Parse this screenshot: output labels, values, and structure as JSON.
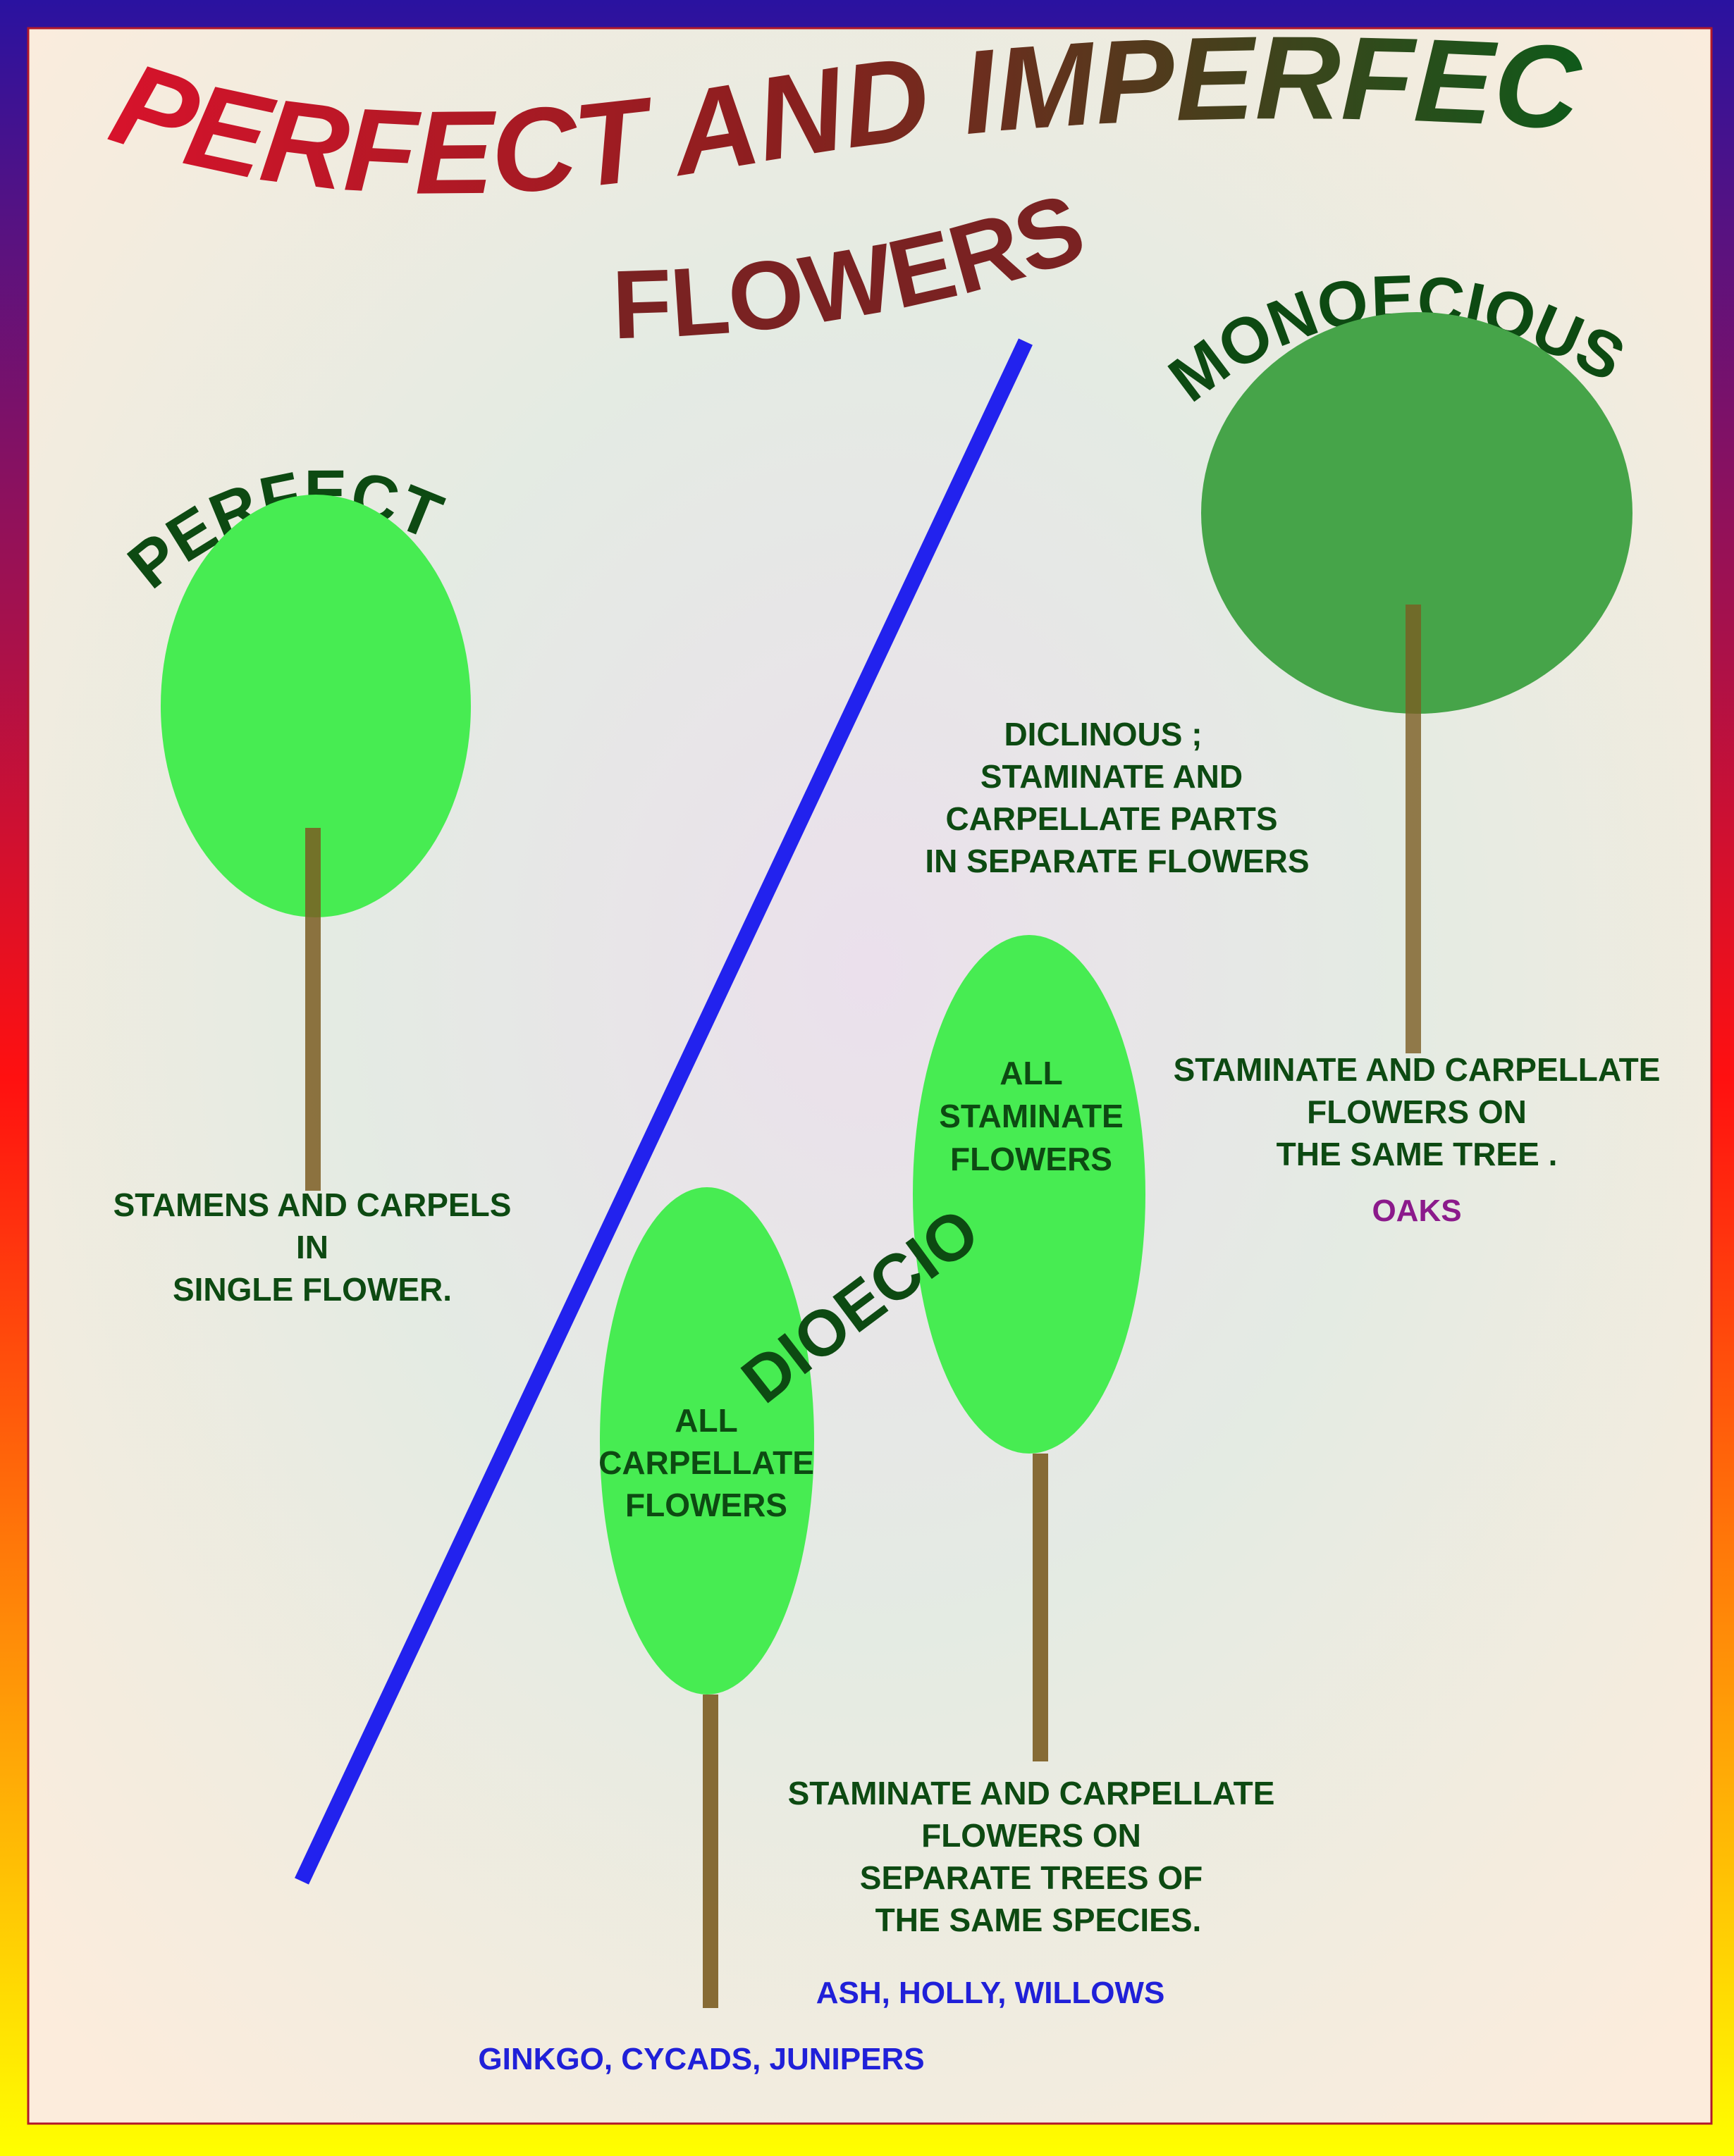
{
  "title": {
    "line1": "PERFECT AND IMPERFECT",
    "line2": "FLOWERS"
  },
  "perfect": {
    "heading": "PERFECT",
    "description": [
      "STAMENS AND CARPELS",
      "IN",
      "SINGLE FLOWER."
    ]
  },
  "monoecious": {
    "heading": "MONOECIOUS",
    "diclinous": [
      "DICLINOUS ;",
      "STAMINATE AND",
      "CARPELLATE PARTS",
      "IN SEPARATE FLOWERS"
    ],
    "description": [
      "STAMINATE AND CARPELLATE",
      "FLOWERS ON",
      "THE SAME TREE ."
    ],
    "example": "OAKS"
  },
  "dioecious": {
    "heading": "DIOECIOUS",
    "staminate_tree_label": [
      "ALL",
      "STAMINATE",
      "FLOWERS"
    ],
    "carpellate_tree_label": [
      "ALL",
      "CARPELLATE",
      "FLOWERS"
    ],
    "description": [
      "STAMINATE AND CARPELLATE",
      "FLOWERS ON",
      "SEPARATE TREES OF",
      "THE SAME SPECIES."
    ],
    "staminate_examples": "ASH, HOLLY, WILLOWS",
    "carpellate_examples": "GINKGO, CYCADS, JUNIPERS"
  },
  "colors": {
    "text_green": "#0d4a12",
    "example_purple": "#8b1a8b",
    "example_blue": "#2020d8",
    "divider_blue": "#2222ee",
    "crown_light": "#47ec52",
    "crown_dark": "#46a449",
    "trunk": "#7b5d22",
    "title_red": "#e8102e",
    "title_maroon": "#8b1f1f",
    "title_green": "#1e5a1e"
  }
}
